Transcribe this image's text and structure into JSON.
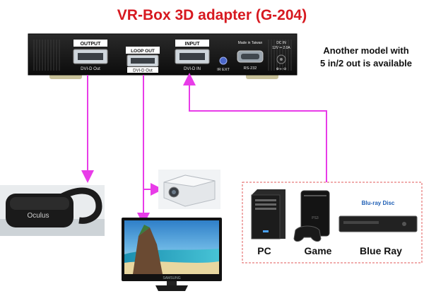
{
  "title": "VR-Box 3D adapter (G-204)",
  "device": {
    "output_header": "OUTPUT",
    "loop_header": "LOOP OUT",
    "input_header": "INPUT",
    "output_port": "DVI-D Out",
    "loop_port": "DVI-D Out",
    "input_port": "DVI-D IN",
    "ir_label": "IR EXT",
    "made_in": "Made in Taiwan",
    "rs232_label": "RS-232",
    "dc_line1": "DC IN",
    "dc_line2": "12V ═ 2.0A",
    "dc_polarity": "⊕-◐-⊖"
  },
  "note": {
    "line1": "Another model with",
    "line2": "5 in/2 out is available"
  },
  "sources": {
    "pc": "PC",
    "game": "Game",
    "bluray": "Blue Ray"
  },
  "brands": {
    "headset": "Oculus",
    "bluray_logo": "Blu-ray Disc",
    "tv": "SAMSUNG"
  },
  "colors": {
    "title_red": "#d71920",
    "arrow_magenta": "#e83ce8",
    "source_box_border": "#e05a5a"
  }
}
